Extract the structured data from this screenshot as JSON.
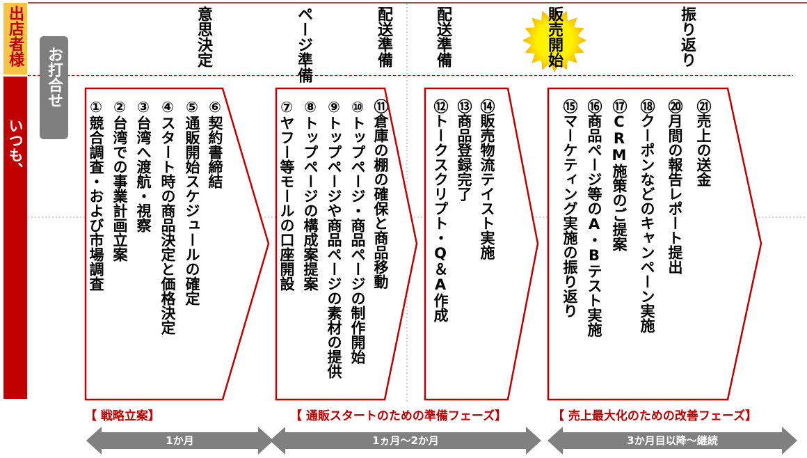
{
  "sidebar": {
    "client_label": "出店者様",
    "always_label": "いつも、"
  },
  "meeting": {
    "label": "お打合せ"
  },
  "phases": [
    "意思決定",
    "ページ準備",
    "配送準備",
    "配送準備",
    "販売開始",
    "振り返り"
  ],
  "stages": [
    {
      "steps": [
        "①競合調査・および市場調査",
        "②台湾での事業計画立案",
        "③台湾へ渡航・視察",
        "④スタート時の商品決定と価格決定",
        "⑤通販開始スケジュールの確定",
        "⑥契約書締結"
      ]
    },
    {
      "steps": [
        "⑦ヤフー等モールの口座開設",
        "⑧トップページの構成案提案",
        "⑨トップページや商品ページの素材の提供",
        "⑩トップページ・商品ページの制作開始",
        "⑪倉庫の棚の確保と商品移動"
      ]
    },
    {
      "steps": [
        "⑫トークスクリプト・Q＆A作成",
        "⑬商品登録完了",
        "⑭販売物流テイスト実施"
      ]
    },
    {
      "steps": [
        "⑮マーケティング実施の振り返り",
        "⑯商品ページ等のA・Bテスト実施",
        "⑰CRM施策のご提案",
        "⑱クーポンなどのキャンペーン実施",
        "⑳月間の報告レポート提出",
        "㉑売上の送金"
      ]
    }
  ],
  "phase_groups": [
    "【 戦略立案】",
    "【 通販スタートのための準備フェーズ】",
    "【 売上最大化のための改善フェーズ】"
  ],
  "durations": [
    "1か月",
    "1ヵ月～2か月",
    "3か月目以降～継続"
  ],
  "colors": {
    "accent_red": "#c00000",
    "client_bg": "#f6c343",
    "meeting_gray": "#7f7f7f",
    "duration_arrow": "#808080",
    "starburst_core": "#fff200",
    "starburst_edge": "#f5b400",
    "divider_gray": "#a6a6a6"
  },
  "icons": {
    "sales_start_highlight": "starburst-icon"
  }
}
